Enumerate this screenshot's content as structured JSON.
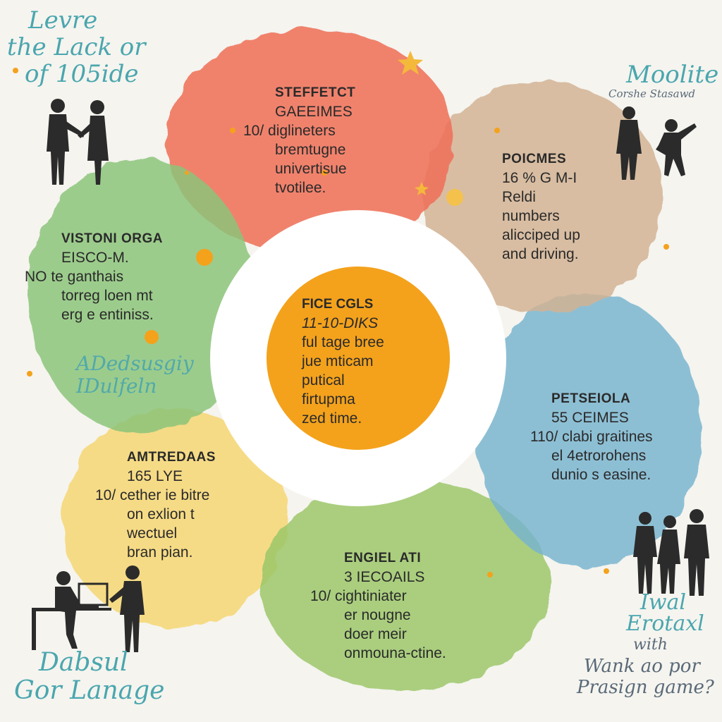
{
  "colors": {
    "red": "#ef6f5a",
    "tan": "#d2b394",
    "blue": "#79b5cf",
    "green": "#9cc76a",
    "yellow": "#f6d777",
    "leftgreen": "#8cc47a",
    "center": "#f4a21c",
    "script": "#4aa6ae"
  },
  "corners": {
    "top_left": [
      "Levre",
      "the Lack or",
      "of 105ide"
    ],
    "top_right": [
      "Moolite",
      "Corshe Stasawd"
    ],
    "bottom_left": [
      "Dabsul",
      "Gor Lanage"
    ],
    "bottom_right": [
      "Iwal",
      "Erotaxl",
      "with",
      "Wank ao por",
      "Prasign game?"
    ],
    "left_mid": [
      "ADedsusgiy",
      "IDulfeln"
    ]
  },
  "center": {
    "lines": [
      "FICE CGLS",
      "11-10-DIKS",
      "ful tage bree",
      "jue mticam",
      "putical",
      "firtupma",
      "zed time."
    ]
  },
  "petals": {
    "top": [
      "STEFFETCT",
      "GAEEIMES",
      "10/ diglineters",
      "bremtugne",
      "univertisue",
      "tvotilee."
    ],
    "right_top": [
      "POICMES",
      "16 % G M-I",
      "Reldi",
      "numbers",
      "alicciped up",
      "and driving."
    ],
    "right_bottom": [
      "PETSEIOLA",
      "55 CEIMES",
      "110/ clabi graitines",
      "el 4etrorohens",
      "dunio s easine."
    ],
    "bottom": [
      "ENGIEL ATI",
      "3 IECOAILS",
      "10/ cightiniater",
      "er nougne",
      "doer meir",
      "onmouna-ctine."
    ],
    "left_bottom": [
      "AMTREDAAS",
      "165 LYE",
      "10/ cether ie bitre",
      "on exlion t",
      "wectuel",
      "bran pian."
    ],
    "left_top": [
      "VISTONI ORGA",
      "EISCO-M.",
      "NO te ganthais",
      "torreg loen mt",
      "erg e entiniss."
    ]
  }
}
